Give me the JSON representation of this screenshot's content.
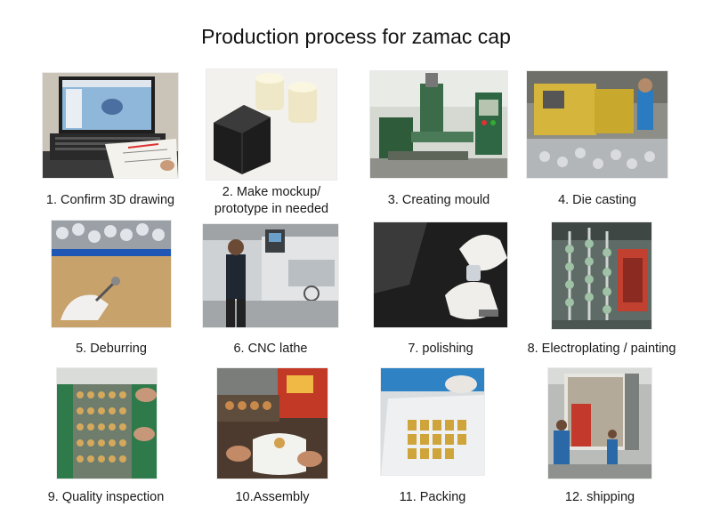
{
  "title": "Production process for zamac cap",
  "steps": [
    {
      "label": "1. Confirm 3D drawing",
      "photo": "laptop-3d-drawing-photo"
    },
    {
      "label": "2. Make mockup/ prototype in needed",
      "photo": "mockup-prototype-photo"
    },
    {
      "label": "3. Creating mould",
      "photo": "mould-machine-photo"
    },
    {
      "label": "4. Die casting",
      "photo": "die-casting-photo"
    },
    {
      "label": "5. Deburring",
      "photo": "deburring-photo"
    },
    {
      "label": "6.  CNC lathe",
      "photo": "cnc-lathe-photo"
    },
    {
      "label": "7. polishing",
      "photo": "polishing-photo"
    },
    {
      "label": "8. Electroplating / painting",
      "photo": "electroplating-photo"
    },
    {
      "label": "9. Quality inspection",
      "photo": "quality-inspection-photo"
    },
    {
      "label": "10.Assembly",
      "photo": "assembly-photo"
    },
    {
      "label": "11. Packing",
      "photo": "packing-photo"
    },
    {
      "label": "12. shipping",
      "photo": "shipping-photo"
    }
  ]
}
